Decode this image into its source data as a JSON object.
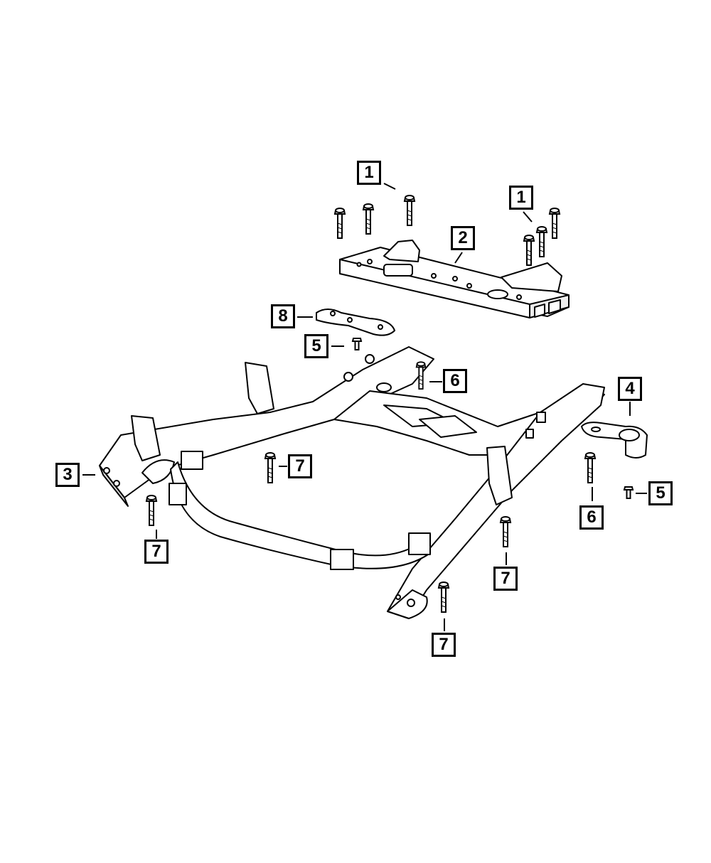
{
  "diagram": {
    "callouts": [
      {
        "id": "c1a",
        "label": "1"
      },
      {
        "id": "c1b",
        "label": "1"
      },
      {
        "id": "c2",
        "label": "2"
      },
      {
        "id": "c8",
        "label": "8"
      },
      {
        "id": "c5a",
        "label": "5"
      },
      {
        "id": "c6a",
        "label": "6"
      },
      {
        "id": "c4",
        "label": "4"
      },
      {
        "id": "c3",
        "label": "3"
      },
      {
        "id": "c7a",
        "label": "7"
      },
      {
        "id": "c5b",
        "label": "5"
      },
      {
        "id": "c6b",
        "label": "6"
      },
      {
        "id": "c7b",
        "label": "7"
      },
      {
        "id": "c7c",
        "label": "7"
      },
      {
        "id": "c7d",
        "label": "7"
      }
    ],
    "colors": {
      "line": "#000000",
      "fill": "#ffffff",
      "shade": "#d9d9d9"
    }
  }
}
